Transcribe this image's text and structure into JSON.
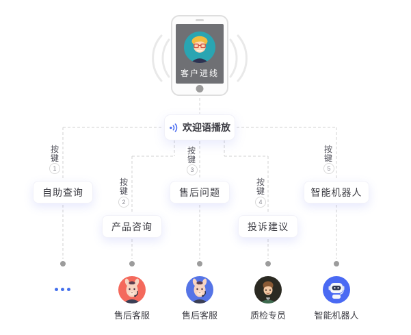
{
  "phone": {
    "screen_label": "客户进线"
  },
  "welcome": {
    "label": "欢迎语播放",
    "icon": "audio-wave-icon",
    "accent_color": "#4a6cf0"
  },
  "branches": [
    {
      "key_label": "按键",
      "key_num": "1",
      "option": "自助查询"
    },
    {
      "key_label": "按键",
      "key_num": "2",
      "option": "产品咨询"
    },
    {
      "key_label": "按键",
      "key_num": "3",
      "option": "售后问题"
    },
    {
      "key_label": "按键",
      "key_num": "4",
      "option": "投诉建议"
    },
    {
      "key_label": "按键",
      "key_num": "5",
      "option": "智能机器人"
    }
  ],
  "more_agents": {
    "icon": "ellipsis-icon",
    "color": "#4470ec"
  },
  "agents": [
    {
      "label": "售后客服",
      "icon": "alpaca-agent-avatar",
      "color": "#f4695c"
    },
    {
      "label": "售后客服",
      "icon": "alpaca-agent-avatar",
      "color": "#5574e6"
    },
    {
      "label": "质检专员",
      "icon": "inspector-agent-avatar",
      "color": "#2b2a22"
    },
    {
      "label": "智能机器人",
      "icon": "robot-agent-avatar",
      "color": "#4a6af3"
    }
  ],
  "colors": {
    "dashed_line": "#d0d0d0",
    "endpoint_dot": "#9c9c9c",
    "sound_wave": "#e9e9e9",
    "phone_screen": "#6f7074",
    "customer_avatar_bg": "#2aa5b2"
  }
}
